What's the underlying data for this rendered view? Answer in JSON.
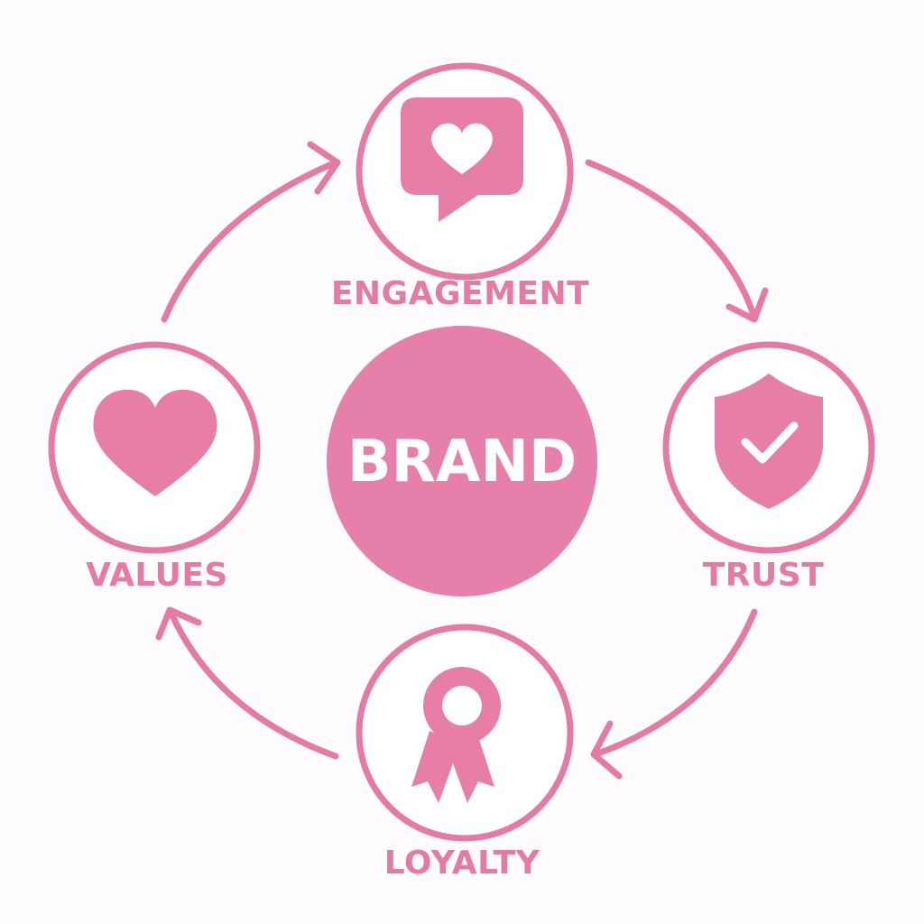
{
  "colors": {
    "accent": "#e57aa5",
    "accent_fill": "#e67ea8",
    "center_fill": "#e680aa",
    "background": "#fefcfd",
    "center_text": "#ffffff"
  },
  "center": {
    "label": "BRAND"
  },
  "nodes": {
    "engagement": {
      "label": "ENGAGEMENT",
      "icon": "heart-chat-bubble-icon"
    },
    "trust": {
      "label": "TRUST",
      "icon": "shield-check-icon"
    },
    "loyalty": {
      "label": "LOYALTY",
      "icon": "award-ribbon-icon"
    },
    "values": {
      "label": "VALUES",
      "icon": "heart-icon"
    }
  }
}
